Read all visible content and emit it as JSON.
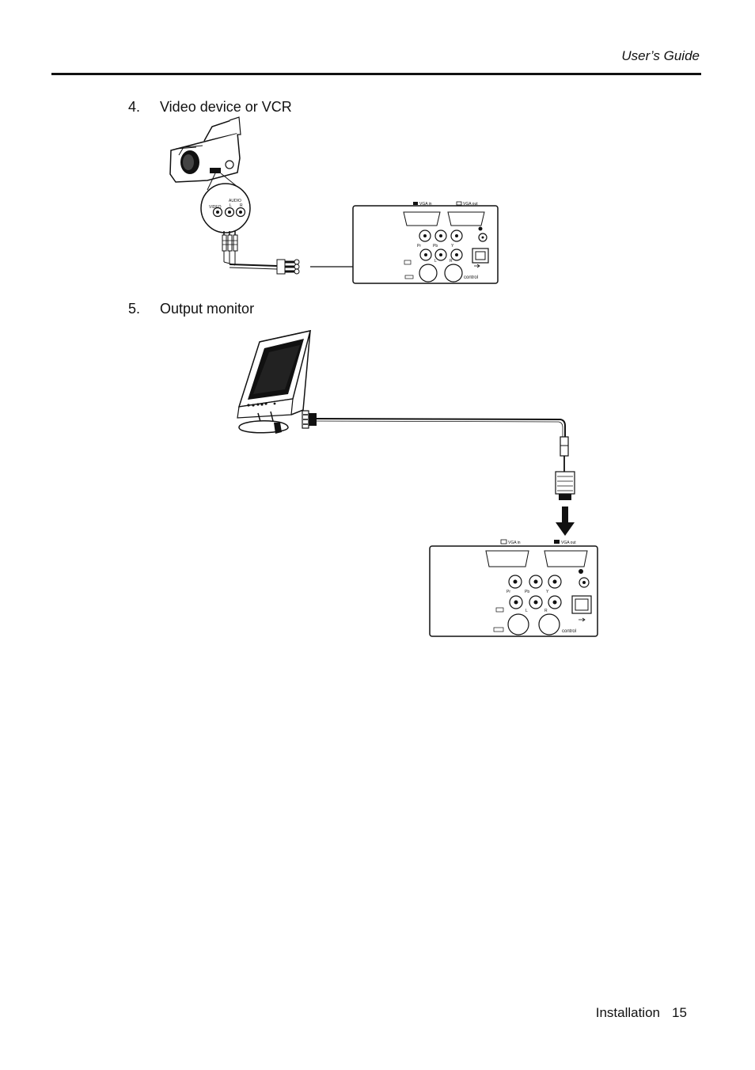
{
  "header": {
    "title": "User’s Guide"
  },
  "steps": [
    {
      "number": "4.",
      "text": "Video device or VCR"
    },
    {
      "number": "5.",
      "text": "Output monitor"
    }
  ],
  "figure1": {
    "camcorder_labels": {
      "audio": "AUDIO",
      "video": "VIDEO",
      "left": "L",
      "right": "R"
    },
    "panel_labels": {
      "vga_in": "VGA in",
      "vga_out": "VGA out",
      "pr": "Pr",
      "pb": "Pb",
      "y": "Y",
      "audio_l": "L",
      "audio_r": "R",
      "control": "control"
    }
  },
  "figure2": {
    "panel_labels": {
      "vga_in": "VGA in",
      "vga_out": "VGA out",
      "pr": "Pr",
      "pb": "Pb",
      "y": "Y",
      "audio_l": "L",
      "audio_r": "R",
      "control": "control"
    }
  },
  "footer": {
    "section": "Installation",
    "page": "15"
  }
}
